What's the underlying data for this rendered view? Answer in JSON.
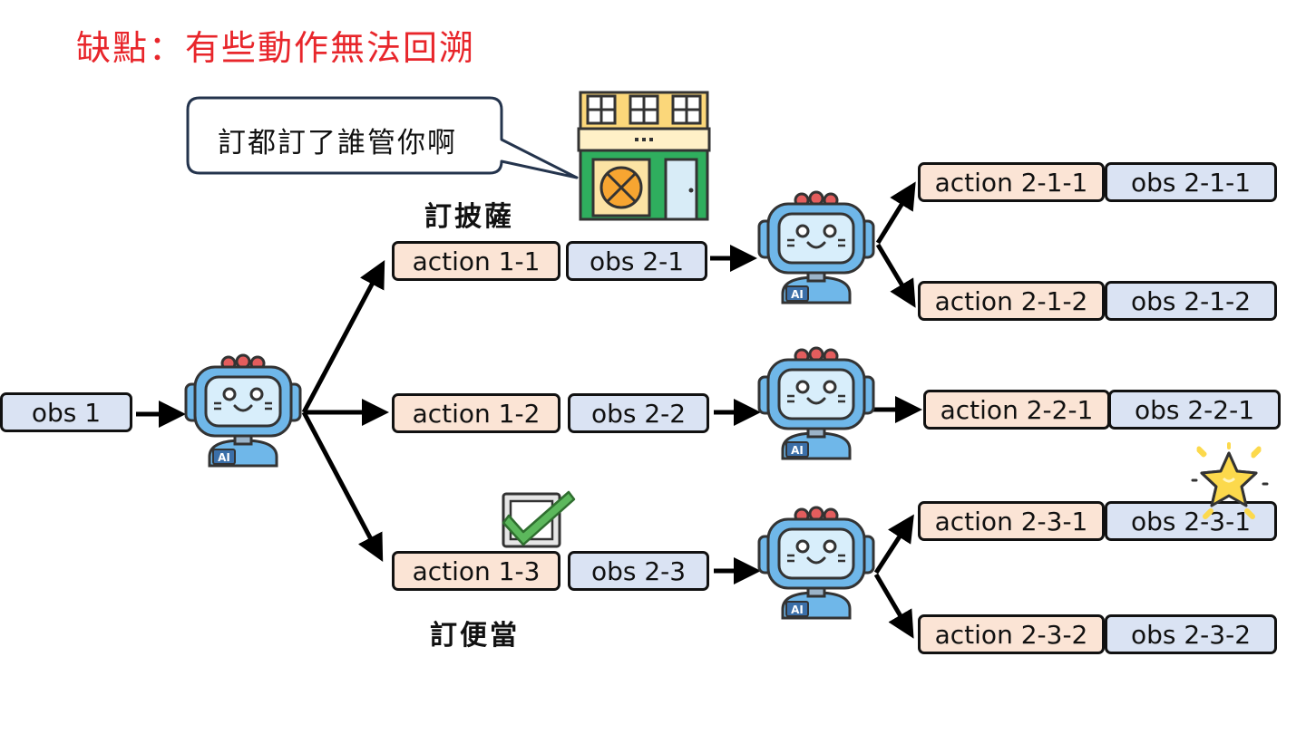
{
  "title": "缺點：有些動作無法回溯",
  "speech_bubble": "訂都訂了誰管你啊",
  "labels": {
    "pizza": "訂披薩",
    "bento": "訂便當"
  },
  "nodes": {
    "obs_1": "obs 1",
    "action_1_1": "action 1-1",
    "obs_2_1": "obs 2-1",
    "action_1_2": "action 1-2",
    "obs_2_2": "obs 2-2",
    "action_1_3": "action 1-3",
    "obs_2_3": "obs 2-3",
    "action_2_1_1": "action 2-1-1",
    "obs_2_1_1": "obs 2-1-1",
    "action_2_1_2": "action 2-1-2",
    "obs_2_1_2": "obs 2-1-2",
    "action_2_2_1": "action 2-2-1",
    "obs_2_2_1": "obs 2-2-1",
    "action_2_3_1": "action 2-3-1",
    "obs_2_3_1": "obs 2-3-1",
    "action_2_3_2": "action 2-3-2",
    "obs_2_3_2": "obs 2-3-2"
  },
  "robot_badge": "AI",
  "colors": {
    "title": "#e8262b",
    "action_fill": "#fbe4d5",
    "obs_fill": "#dae3f3",
    "robot_body": "#6fb7e9",
    "robot_screen": "#d8eefb"
  },
  "icons": [
    "robot-icon",
    "pizza-shop-icon",
    "checkbox-check-icon",
    "sparkle-star-icon",
    "speech-bubble"
  ]
}
